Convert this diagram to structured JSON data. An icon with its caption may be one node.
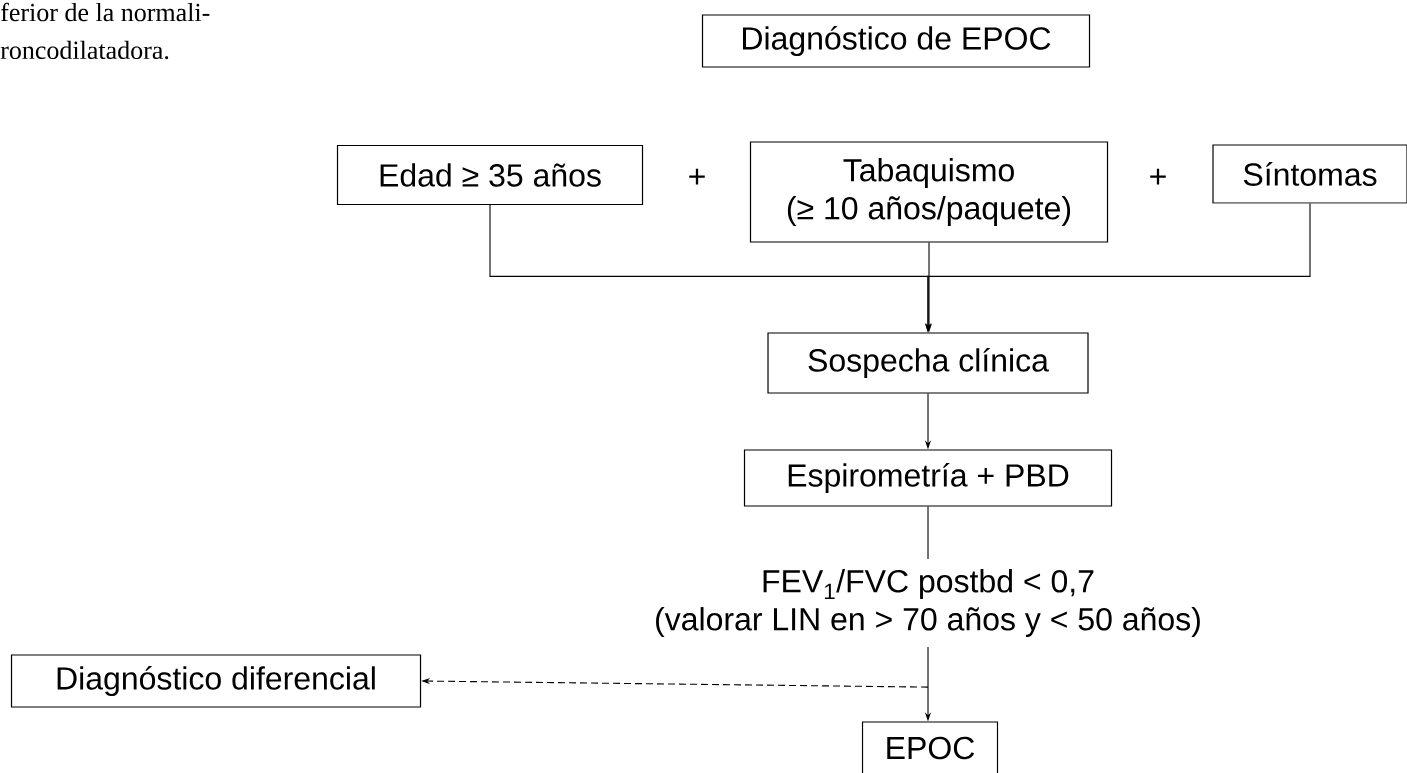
{
  "diagram": {
    "nodes": [
      {
        "text": [
          "Diagnóstico de EPOC"
        ]
      },
      {
        "text": [
          "Edad ≥ 35 años"
        ]
      },
      {
        "text": [
          "Tabaquismo",
          "(≥ 10 años/paquete)"
        ]
      },
      {
        "text": [
          "Síntomas"
        ]
      },
      {
        "text": [
          "Sospecha clínica"
        ]
      },
      {
        "text": [
          "Espirometría + PBD"
        ]
      },
      {
        "text": [
          "FEV$_{1}$/FVC postbd < 0,7",
          "(valorar LIN en > 70 años y < 50 años)"
        ]
      },
      {
        "text": [
          "Diagnóstico diferencial"
        ]
      },
      {
        "text": [
          "EPOC"
        ]
      }
    ],
    "edges": [
      {
        "from": 1,
        "to": 4,
        "arrow": "to"
      },
      {
        "from": 2,
        "to": 4,
        "arrow": "to"
      },
      {
        "from": 3,
        "to": 4,
        "arrow": "to"
      },
      {
        "from": 4,
        "to": 5,
        "arrow": "to"
      },
      {
        "from": 5,
        "to": 6,
        "arrow": "none"
      },
      {
        "from": 6,
        "to": 8,
        "arrow": "to"
      },
      {
        "from": 6,
        "to": 7,
        "arrow": "to",
        "style": "dashed"
      }
    ],
    "labels": [
      "ferior de la normali-",
      "roncodilatadora.",
      "+",
      "+"
    ]
  }
}
